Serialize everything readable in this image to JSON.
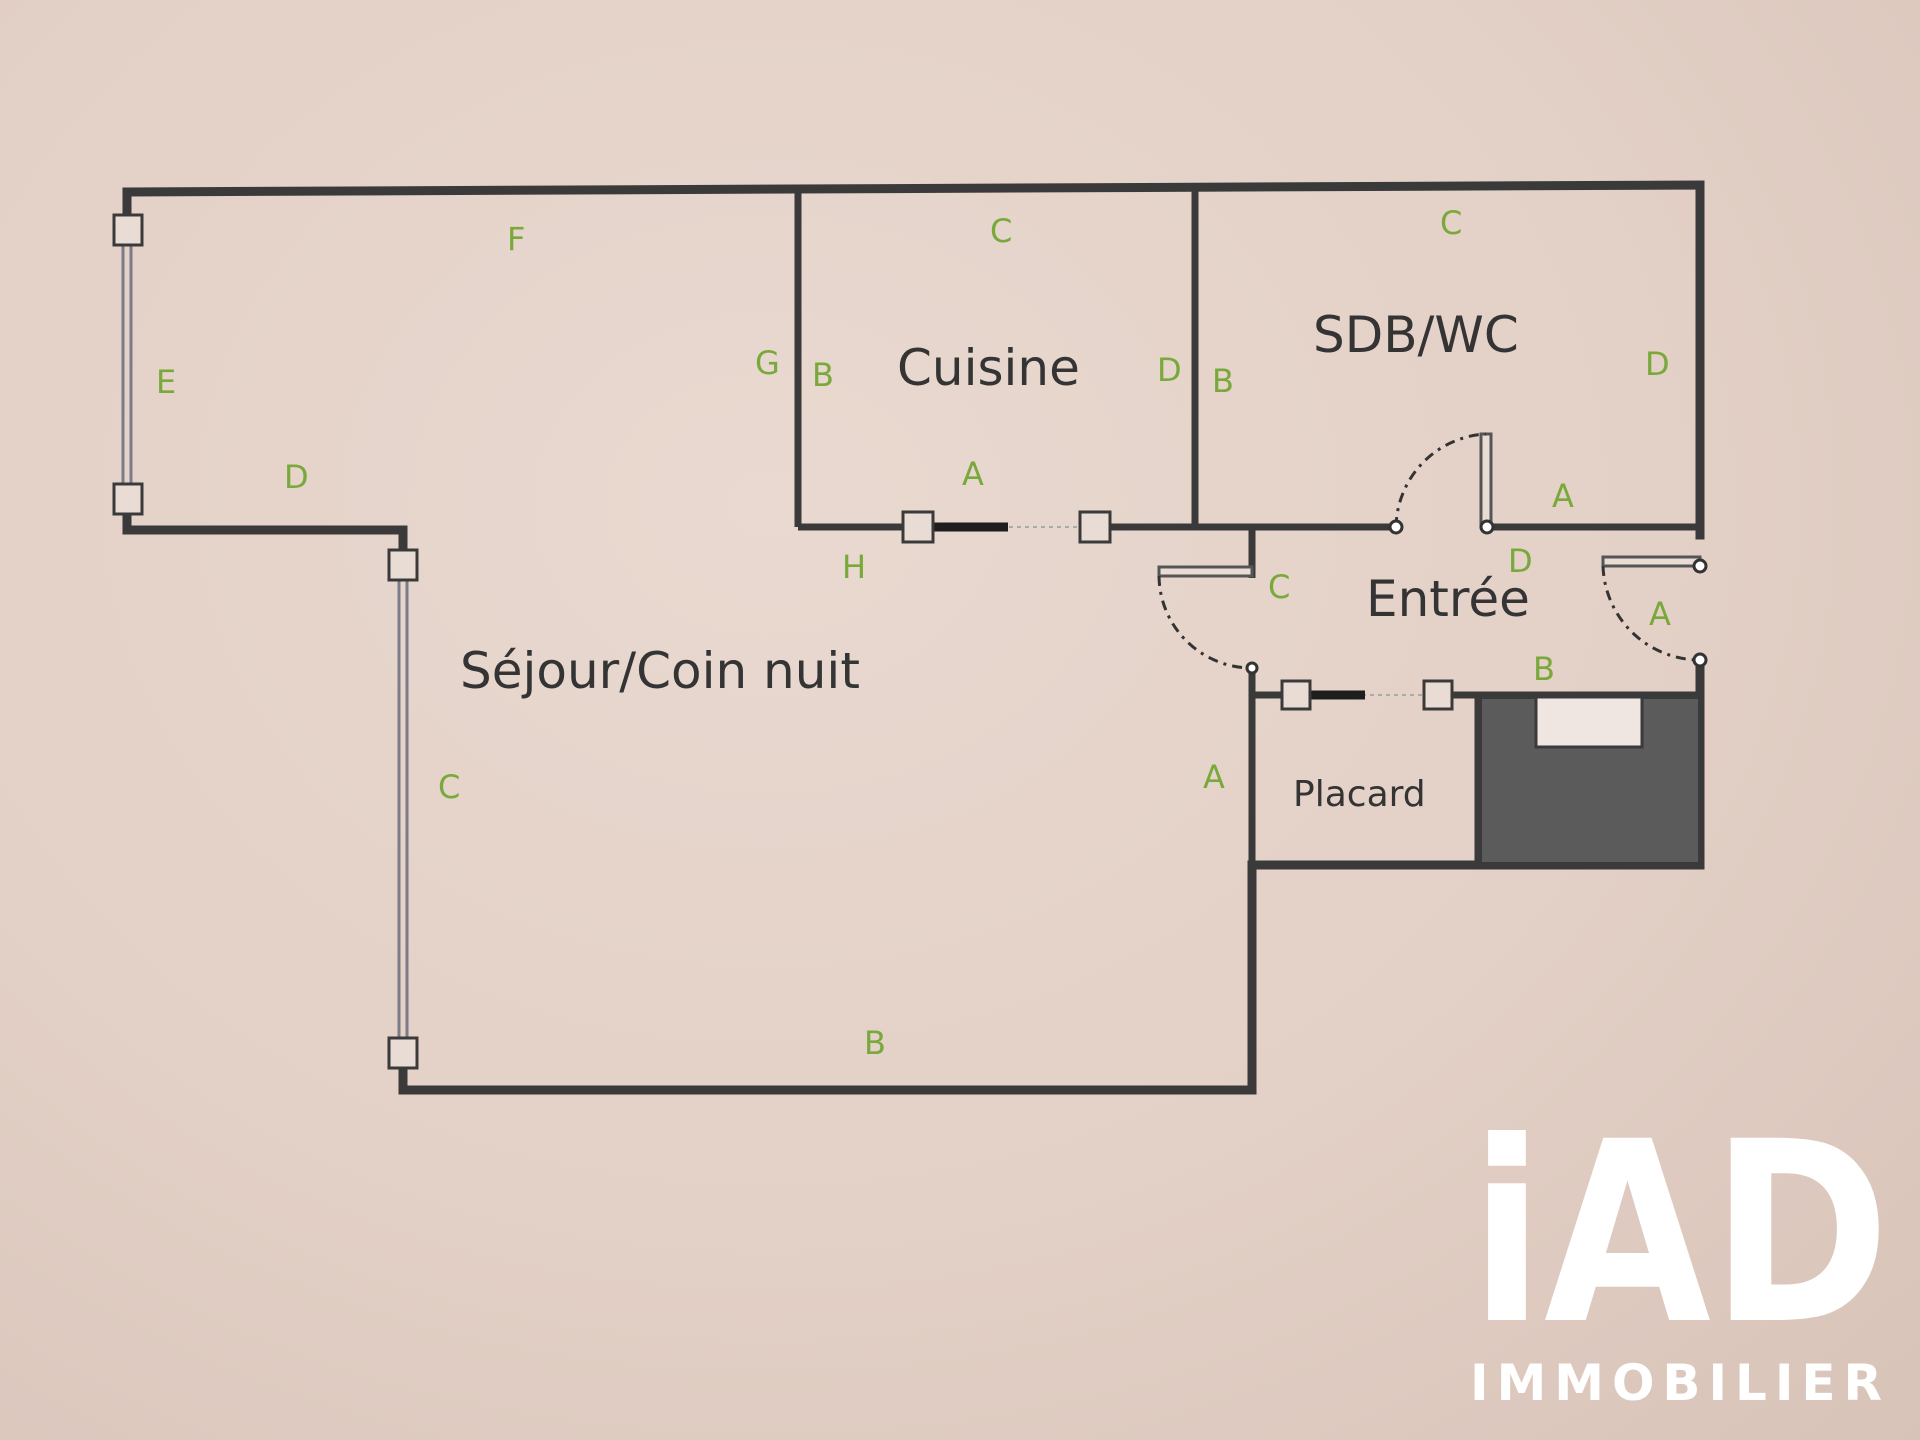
{
  "rooms": {
    "sejour": "Séjour/Coin nuit",
    "cuisine": "Cuisine",
    "sdb": "SDB/WC",
    "entree": "Entrée",
    "placard": "Placard"
  },
  "wall_labels": {
    "sejour_f": "F",
    "sejour_e": "E",
    "sejour_d": "D",
    "sejour_g": "G",
    "sejour_h": "H",
    "sejour_c": "C",
    "sejour_b": "B",
    "sejour_a": "A",
    "cuisine_c": "C",
    "cuisine_b": "B",
    "cuisine_d": "D",
    "cuisine_a": "A",
    "sdb_c": "C",
    "sdb_b": "B",
    "sdb_d": "D",
    "sdb_a": "A",
    "entree_c": "C",
    "entree_d": "D",
    "entree_a": "A",
    "entree_b": "B"
  },
  "logo": {
    "mark": "iAD",
    "tagline": "IMMOBILIER"
  },
  "colors": {
    "wall": "#3a3a3a",
    "label_green": "#79a83b",
    "background": "#e5d4ca"
  }
}
